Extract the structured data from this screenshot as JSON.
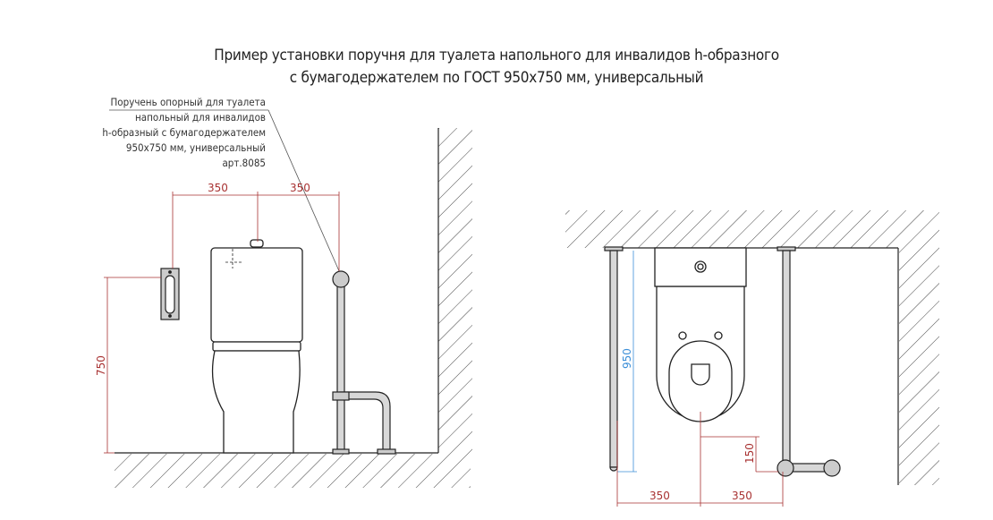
{
  "title": {
    "line1": "Пример установки поручня для туалета напольного для инвалидов h-образного",
    "line2": "с бумагодержателем по ГОСТ 950х750 мм, универсальный"
  },
  "callout": {
    "lines": [
      "Поручень опорный для туалета",
      "напольный для инвалидов",
      "h-образный с бумагодержателем",
      "950х750 мм, универсальный",
      "арт.8085"
    ]
  },
  "side_view": {
    "dim_height": "750",
    "dim_left": "350",
    "dim_right": "350"
  },
  "top_view": {
    "dim_length": "950",
    "dim_offset": "150",
    "dim_left": "350",
    "dim_right": "350"
  },
  "colors": {
    "dimension": "#a83232",
    "dimension_blue": "#3c8fd8",
    "bar": "#d8d8d8",
    "line": "#222222"
  }
}
